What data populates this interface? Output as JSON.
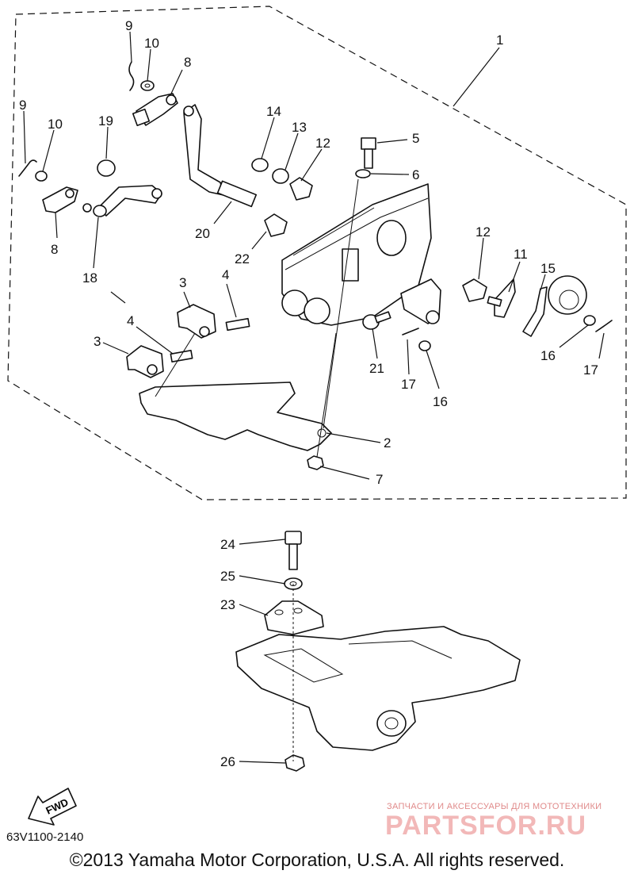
{
  "diagram": {
    "callouts": [
      {
        "id": "1",
        "label": "1"
      },
      {
        "id": "2",
        "label": "2"
      },
      {
        "id": "3a",
        "label": "3"
      },
      {
        "id": "3b",
        "label": "3"
      },
      {
        "id": "4a",
        "label": "4"
      },
      {
        "id": "4b",
        "label": "4"
      },
      {
        "id": "5",
        "label": "5"
      },
      {
        "id": "6",
        "label": "6"
      },
      {
        "id": "7",
        "label": "7"
      },
      {
        "id": "8a",
        "label": "8"
      },
      {
        "id": "8b",
        "label": "8"
      },
      {
        "id": "9a",
        "label": "9"
      },
      {
        "id": "9b",
        "label": "9"
      },
      {
        "id": "10a",
        "label": "10"
      },
      {
        "id": "10b",
        "label": "10"
      },
      {
        "id": "11",
        "label": "11"
      },
      {
        "id": "12a",
        "label": "12"
      },
      {
        "id": "12b",
        "label": "12"
      },
      {
        "id": "13",
        "label": "13"
      },
      {
        "id": "14",
        "label": "14"
      },
      {
        "id": "15",
        "label": "15"
      },
      {
        "id": "16a",
        "label": "16"
      },
      {
        "id": "16b",
        "label": "16"
      },
      {
        "id": "17a",
        "label": "17"
      },
      {
        "id": "17b",
        "label": "17"
      },
      {
        "id": "18",
        "label": "18"
      },
      {
        "id": "19",
        "label": "19"
      },
      {
        "id": "20",
        "label": "20"
      },
      {
        "id": "21",
        "label": "21"
      },
      {
        "id": "22",
        "label": "22"
      },
      {
        "id": "23",
        "label": "23"
      },
      {
        "id": "24",
        "label": "24"
      },
      {
        "id": "25",
        "label": "25"
      },
      {
        "id": "26",
        "label": "26"
      }
    ],
    "fwd_label": "FWD"
  },
  "footer": {
    "ref_code": "63V1100-2140",
    "copyright": "©2013 Yamaha Motor Corporation, U.S.A. All rights reserved."
  },
  "watermark": {
    "tagline": "ЗАПЧАСТИ И АКСЕССУАРЫ ДЛЯ МОТОТЕХНИКИ",
    "brand": "PARTSFOR.RU"
  }
}
